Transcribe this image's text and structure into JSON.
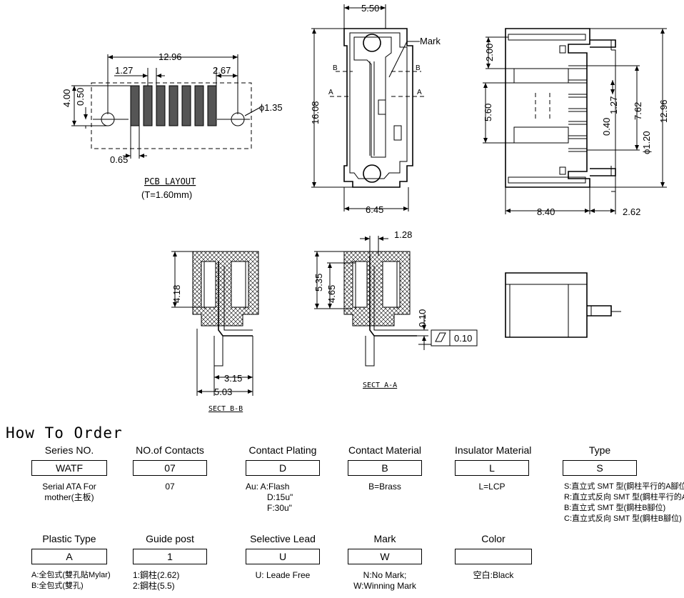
{
  "labels": {
    "pcb_layout": "PCB LAYOUT",
    "pcb_thickness": "(T=1.60mm)",
    "sect_bb": "SECT B-B",
    "sect_aa": "SECT A-A",
    "mark": "Mark",
    "sec_a": "A",
    "sec_b": "B",
    "flatness": "0.10"
  },
  "dims": {
    "pcb_width": "12.96",
    "pcb_pitch": "1.27",
    "pcb_right": "2.67",
    "pcb_height": "4.00",
    "pcb_half": "0.50",
    "pcb_hole": "ϕ1.35",
    "pcb_pad": "0.65",
    "front_width": "5.50",
    "front_height": "16.08",
    "front_base": "6.45",
    "side_top": "2.00",
    "side_height": "12.96",
    "side_mid": "5.60",
    "side_pitch": "1.27",
    "side_762": "7.62",
    "side_040": "0.40",
    "side_pin": "ϕ1.20",
    "side_len": "8.40",
    "side_tail": "2.62",
    "bb_height": "4.18",
    "bb_315": "3.15",
    "bb_503": "5.03",
    "aa_128": "1.28",
    "aa_535": "5.35",
    "aa_465": "4.65",
    "aa_010": "0.10"
  },
  "order": {
    "title": "How To Order",
    "row1": [
      {
        "label": "Series NO.",
        "value": "WATF",
        "desc": [
          "Serial ATA For",
          "mother(主板)"
        ]
      },
      {
        "label": "NO.of Contacts",
        "value": "07",
        "desc": [
          "07"
        ]
      },
      {
        "label": "Contact Plating",
        "value": "D",
        "desc": [
          "Au: A:Flash",
          "D:15u\"",
          "F:30u\""
        ]
      },
      {
        "label": "Contact Material",
        "value": "B",
        "desc": [
          "B=Brass"
        ]
      },
      {
        "label": "Insulator Material",
        "value": "L",
        "desc": [
          "L=LCP"
        ]
      },
      {
        "label": "Type",
        "value": "S",
        "desc": [
          "S:直立式 SMT 型(鋼柱平行的A腳位)",
          "R:直立式反向 SMT 型(鋼柱平行的A腳位)",
          "B:直立式 SMT 型(鋼柱B腳位)",
          "C:直立式反向 SMT 型(鋼柱B腳位)"
        ]
      }
    ],
    "row2": [
      {
        "label": "Plastic Type",
        "value": "A",
        "desc": [
          "A:全包式(雙孔貼Mylar)",
          "B:全包式(雙孔)"
        ]
      },
      {
        "label": "Guide post",
        "value": "1",
        "desc": [
          "1:鋼柱(2.62)",
          "2:鋼柱(5.5)"
        ]
      },
      {
        "label": "Selective Lead",
        "value": "U",
        "desc": [
          "U: Leade Free"
        ]
      },
      {
        "label": "Mark",
        "value": "W",
        "desc": [
          "N:No Mark;",
          "W:Winning Mark"
        ]
      },
      {
        "label": "Color",
        "value": "",
        "desc": [
          "空白:Black"
        ]
      }
    ]
  }
}
